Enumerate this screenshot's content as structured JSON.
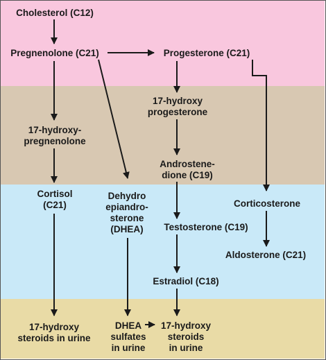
{
  "colors": {
    "band_top": "#f9c7de",
    "band_second": "#d8c8b2",
    "band_third": "#c9e9f8",
    "band_bottom": "#e9dba6",
    "arrow": "#1a1a1a"
  },
  "nodes": {
    "cholesterol": "Cholesterol (C12)",
    "pregnenolone": "Pregnenolone (C21)",
    "progesterone": "Progesterone (C21)",
    "hydroxy_pregnenolone": "17-hydroxy-\npregnenolone",
    "hydroxy_progesterone": "17-hydroxy\nprogesterone",
    "androstenedione": "Androstene-\ndione (C19)",
    "cortisol": "Cortisol\n(C21)",
    "dhea": "Dehydro\nepiandro-\nsterone\n(DHEA)",
    "corticosterone": "Corticosterone",
    "testosterone": "Testosterone (C19)",
    "aldosterone": "Aldosterone (C21)",
    "estradiol": "Estradiol (C18)",
    "urine_steroids_left": "17-hydroxy\nsteroids in urine",
    "dhea_sulfates": "DHEA\nsulfates\nin urine",
    "urine_steroids_right": "17-hydroxy\nsteroids\nin urine"
  }
}
